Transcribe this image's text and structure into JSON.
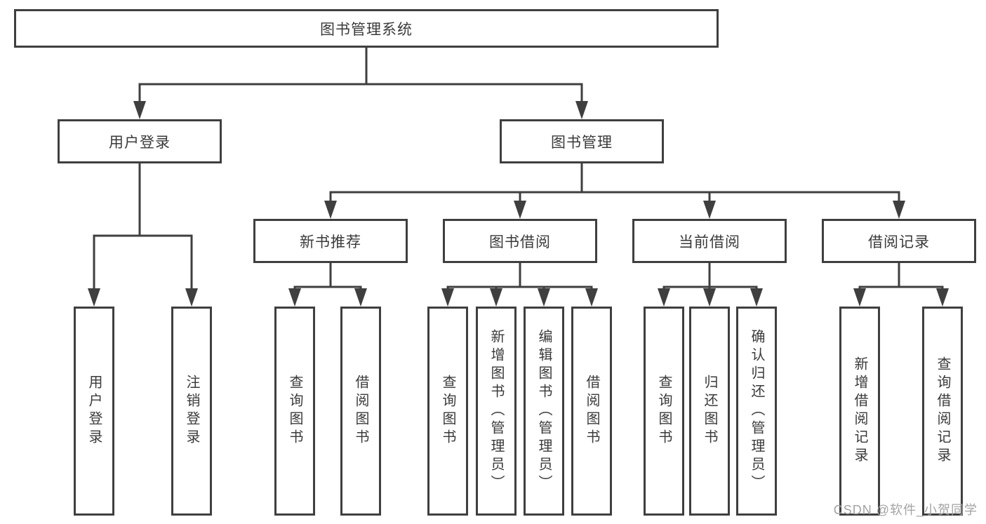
{
  "tree": {
    "root": {
      "label": "图书管理系统"
    },
    "level2": [
      {
        "label": "用户登录"
      },
      {
        "label": "图书管理"
      }
    ],
    "user_children": [
      {
        "label": "用户登录"
      },
      {
        "label": "注销登录"
      }
    ],
    "groups": [
      {
        "label": "新书推荐",
        "children": [
          {
            "label": "查询图书"
          },
          {
            "label": "借阅图书"
          }
        ]
      },
      {
        "label": "图书借阅",
        "children": [
          {
            "label": "查询图书"
          },
          {
            "label": "新增图书（管理员）"
          },
          {
            "label": "编辑图书（管理员）"
          },
          {
            "label": "借阅图书"
          }
        ]
      },
      {
        "label": "当前借阅",
        "children": [
          {
            "label": "查询图书"
          },
          {
            "label": "归还图书"
          },
          {
            "label": "确认归还（管理员）"
          }
        ]
      },
      {
        "label": "借阅记录",
        "children": [
          {
            "label": "新增借阅记录"
          },
          {
            "label": "查询借阅记录"
          }
        ]
      }
    ]
  },
  "watermark": "CSDN @软件_小贺同学",
  "colors": {
    "line": "#3f3f3f",
    "text": "#3a3a3a",
    "watermark": "#a3a3a3",
    "background": "#ffffff"
  }
}
